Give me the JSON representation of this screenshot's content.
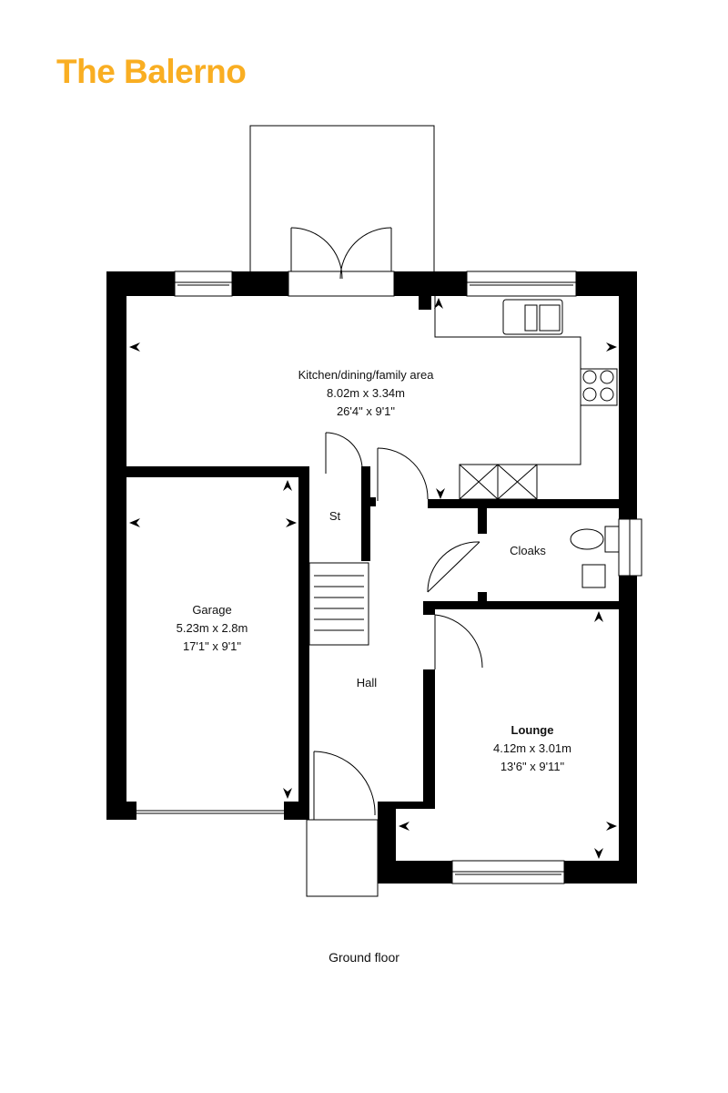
{
  "title": "The Balerno",
  "brand_color": "#f9ae22",
  "floor_label": "Ground floor",
  "rooms": [
    {
      "name": "Kitchen/dining/family area",
      "metric": "8.02m x 3.34m",
      "imperial": "26'4\" x 9'1\""
    },
    {
      "name": "Garage",
      "metric": "5.23m x 2.8m",
      "imperial": "17'1\" x 9'1\""
    },
    {
      "name": "Lounge",
      "metric": "4.12m x 3.01m",
      "imperial": "13'6\" x 9'11\""
    },
    {
      "name": "St"
    },
    {
      "name": "Cloaks"
    },
    {
      "name": "Hall"
    }
  ]
}
